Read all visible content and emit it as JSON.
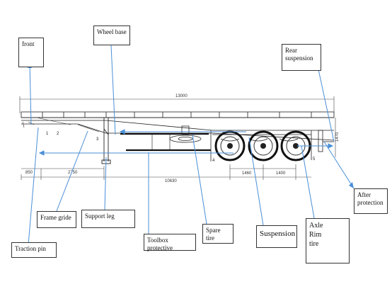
{
  "labels": {
    "front": "front",
    "wheel_base": "Wheel base",
    "rear_suspension": "Rear\nsuspension",
    "after_protection": "After\nprotection",
    "frame_gride": "Frame gride",
    "support_leg": "Support leg",
    "toolbox_protective": "Toolbox protective",
    "spare_tire": "Spare tire",
    "suspension": "Suspension",
    "axle_rim_tire": "Axle\nRim\ntire",
    "traction_pin": "Traction pin"
  },
  "dimensions": {
    "overall_length": "13000",
    "height": "1470",
    "front_overhang": "850",
    "kingpin_to_leg": "2750",
    "wheelbase": "10630",
    "axle_spacing_1": "1460",
    "axle_spacing_2": "1400"
  },
  "callout_numbers": [
    "1",
    "2",
    "3",
    "4",
    "5"
  ],
  "colors": {
    "accent": "#4a8fd8",
    "line": "#222222"
  }
}
